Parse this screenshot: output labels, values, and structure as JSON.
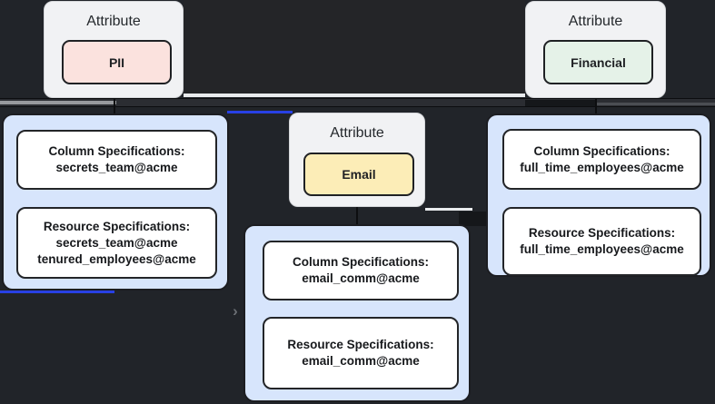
{
  "attributes": [
    {
      "label": "Attribute",
      "name": "PII"
    },
    {
      "label": "Attribute",
      "name": "Email"
    },
    {
      "label": "Attribute",
      "name": "Financial"
    }
  ],
  "panels": [
    {
      "attribute": "PII",
      "column_spec": {
        "lines": [
          "Column Specifications:",
          "secrets_team@acme"
        ]
      },
      "resource_spec": {
        "lines": [
          "Resource Specifications:",
          "secrets_team@acme",
          "tenured_employees@acme"
        ]
      }
    },
    {
      "attribute": "Email",
      "column_spec": {
        "lines": [
          "Column Specifications:",
          "email_comm@acme"
        ]
      },
      "resource_spec": {
        "lines": [
          "Resource Specifications:",
          "email_comm@acme"
        ]
      }
    },
    {
      "attribute": "Financial",
      "column_spec": {
        "lines": [
          "Column Specifications:",
          "full_time_employees@acme"
        ]
      },
      "resource_spec": {
        "lines": [
          "Resource Specifications:",
          "full_time_employees@acme"
        ]
      }
    }
  ],
  "controls": {
    "collapse_chevron": "›"
  },
  "colors": {
    "canvas_bg": "#212429",
    "accent_blue": "#2840e4",
    "panel_blue": "#d7e5fc",
    "pii_pink": "#fbe2de",
    "email_yellow": "#fcedb7",
    "financial_green": "#e5f2e8"
  }
}
